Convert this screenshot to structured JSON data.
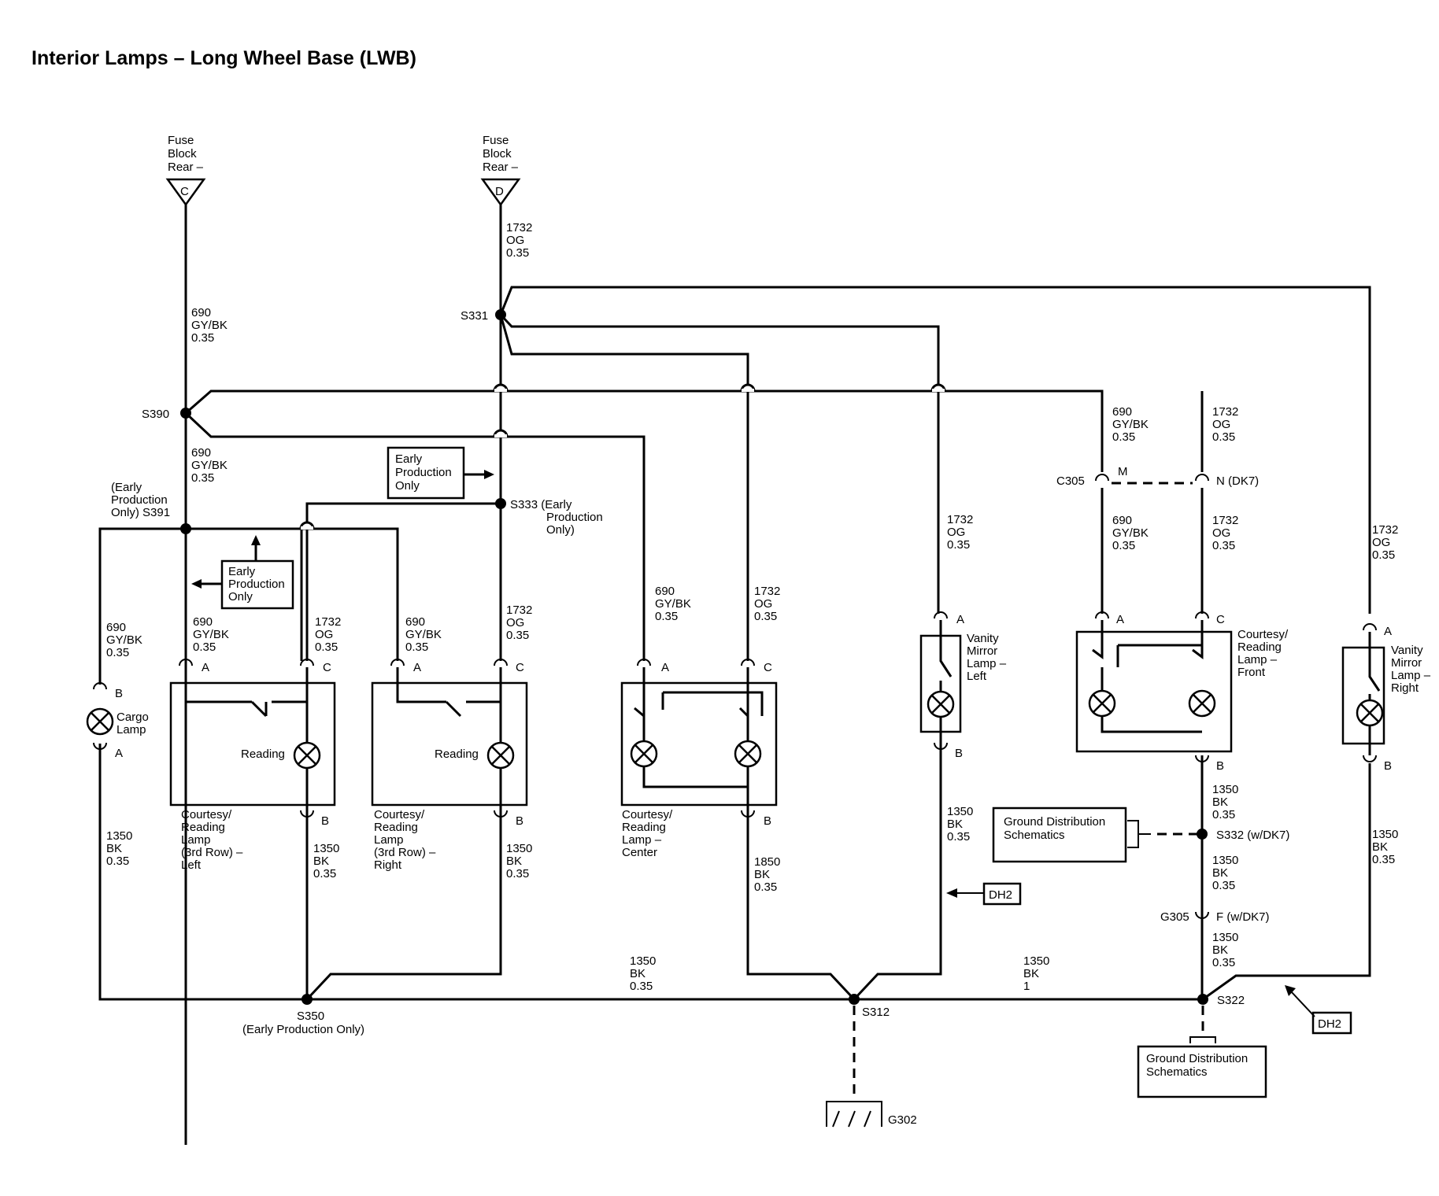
{
  "title": "Interior Lamps – Long Wheel Base (LWB)",
  "fuse": {
    "c": {
      "lines": [
        "Fuse",
        "Block",
        "Rear –"
      ],
      "pin": "C"
    },
    "d": {
      "lines": [
        "Fuse",
        "Block",
        "Rear –"
      ],
      "pin": "D"
    }
  },
  "splices": {
    "s331": "S331",
    "s390": "S390",
    "s391": "S391",
    "s333": "S333",
    "s350": "S350",
    "s312": "S312",
    "s322": "S322",
    "s332": "S332"
  },
  "wires": {
    "w1732_top": [
      "1732",
      "OG",
      "0.35"
    ],
    "w690_top": [
      "690",
      "GY/BK",
      "0.35"
    ],
    "w690_mid": [
      "690",
      "GY/BK",
      "0.35"
    ],
    "cargo_690": [
      "690",
      "GY/BK",
      "0.35"
    ],
    "left_690": [
      "690",
      "GY/BK",
      "0.35"
    ],
    "left_1732": [
      "1732",
      "OG",
      "0.35"
    ],
    "right_690": [
      "690",
      "GY/BK",
      "0.35"
    ],
    "right_1732": [
      "1732",
      "OG",
      "0.35"
    ],
    "center_690": [
      "690",
      "GY/BK",
      "0.35"
    ],
    "center_1732": [
      "1732",
      "OG",
      "0.35"
    ],
    "vanl_1732": [
      "1732",
      "OG",
      "0.35"
    ],
    "c305m_690": [
      "690",
      "GY/BK",
      "0.35"
    ],
    "c305n_1732": [
      "1732",
      "OG",
      "0.35"
    ],
    "front_690": [
      "690",
      "GY/BK",
      "0.35"
    ],
    "front_1732": [
      "1732",
      "OG",
      "0.35"
    ],
    "vanr_1732": [
      "1732",
      "OG",
      "0.35"
    ],
    "cargo_1350": [
      "1350",
      "BK",
      "0.35"
    ],
    "left_1350": [
      "1350",
      "BK",
      "0.35"
    ],
    "right_1350": [
      "1350",
      "BK",
      "0.35"
    ],
    "center_1350": [
      "1850",
      "BK",
      "0.35"
    ],
    "vanl_1350": [
      "1350",
      "BK",
      "0.35"
    ],
    "front_1350": [
      "1350",
      "BK",
      "0.35"
    ],
    "s332_1350": [
      "1350",
      "BK",
      "0.35"
    ],
    "g305_1350": [
      "1350",
      "BK",
      "0.35"
    ],
    "vanr_1350": [
      "1350",
      "BK",
      "0.35"
    ],
    "bottom_mid": [
      "1350",
      "BK",
      "0.35"
    ],
    "bottom_right": [
      "1350",
      "BK",
      "1"
    ]
  },
  "notes": {
    "early_box_1": [
      "Early",
      "Production",
      "Only"
    ],
    "early_box_2": [
      "Early",
      "Production",
      "Only"
    ],
    "s391_note": [
      "(Early",
      "Production",
      "Only) S391"
    ],
    "s333_note": [
      "S333 (Early",
      "Production",
      "Only)"
    ],
    "s350_note": "(Early Production Only)"
  },
  "components": {
    "cargo": [
      "Cargo",
      "Lamp"
    ],
    "left": [
      "Courtesy/",
      "Reading",
      "Lamp",
      "(3rd Row) –",
      "Left"
    ],
    "right": [
      "Courtesy/",
      "Reading",
      "Lamp",
      "(3rd Row) –",
      "Right"
    ],
    "center": [
      "Courtesy/",
      "Reading",
      "Lamp –",
      "Center"
    ],
    "vanl": [
      "Vanity",
      "Mirror",
      "Lamp –",
      "Left"
    ],
    "front": [
      "Courtesy/",
      "Reading",
      "Lamp –",
      "Front"
    ],
    "vanr": [
      "Vanity",
      "Mirror",
      "Lamp –",
      "Right"
    ],
    "reading": "Reading"
  },
  "pins": {
    "a": "A",
    "b": "B",
    "c": "C",
    "m": "M"
  },
  "connectors": {
    "c305": "C305",
    "n_dk7": "N (DK7)",
    "g305": "G305",
    "f_dk7": "F (w/DK7)",
    "s332_dk7": "S332 (w/DK7)",
    "s322": "S322"
  },
  "refs": {
    "ground_dist_1": [
      "Ground Distribution",
      "Schematics"
    ],
    "ground_dist_2": [
      "Ground Distribution",
      "Schematics"
    ],
    "dh2": "DH2",
    "g302": "G302"
  }
}
